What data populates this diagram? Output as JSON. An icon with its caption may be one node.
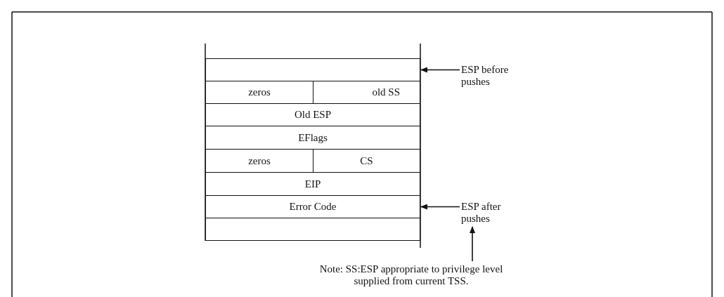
{
  "diagram": {
    "nodes": [
      {
        "text": [],
        "shape": "box"
      },
      {
        "text": [
          "zeros"
        ]
      },
      {
        "text": [
          "old SS"
        ]
      },
      {
        "text": [
          "Old ESP"
        ]
      },
      {
        "text": [
          "EFlags"
        ]
      },
      {
        "text": [
          "zeros"
        ]
      },
      {
        "text": [
          "CS"
        ]
      },
      {
        "text": [
          "EIP"
        ]
      },
      {
        "text": [
          "Error Code"
        ]
      },
      {
        "text": [],
        "shape": "box"
      },
      {
        "text": [
          "ESP before pushes"
        ]
      },
      {
        "text": [
          "ESP after pushes"
        ]
      },
      {
        "text": [
          "Note: SS:ESP appropriate to privilege level supplied from current TSS."
        ]
      }
    ],
    "edges": [
      {
        "from": 10,
        "to": 0,
        "arrow": "to"
      },
      {
        "from": 11,
        "to": 8,
        "arrow": "to"
      },
      {
        "from": 12,
        "to": 11,
        "arrow": "to"
      }
    ]
  }
}
